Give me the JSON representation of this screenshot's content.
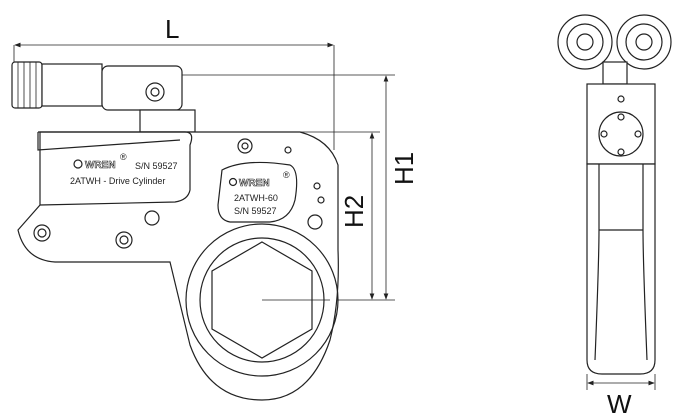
{
  "dimensions": {
    "L": "L",
    "H1": "H1",
    "H2": "H2",
    "W": "W"
  },
  "drive_cylinder_label": {
    "brand": "WREN",
    "registered": "®",
    "serial": "S/N  59527",
    "model": "2ATWH - Drive Cylinder"
  },
  "head_label": {
    "brand": "WREN",
    "registered": "®",
    "model": "2ATWH-60",
    "serial": "S/N  59527"
  }
}
